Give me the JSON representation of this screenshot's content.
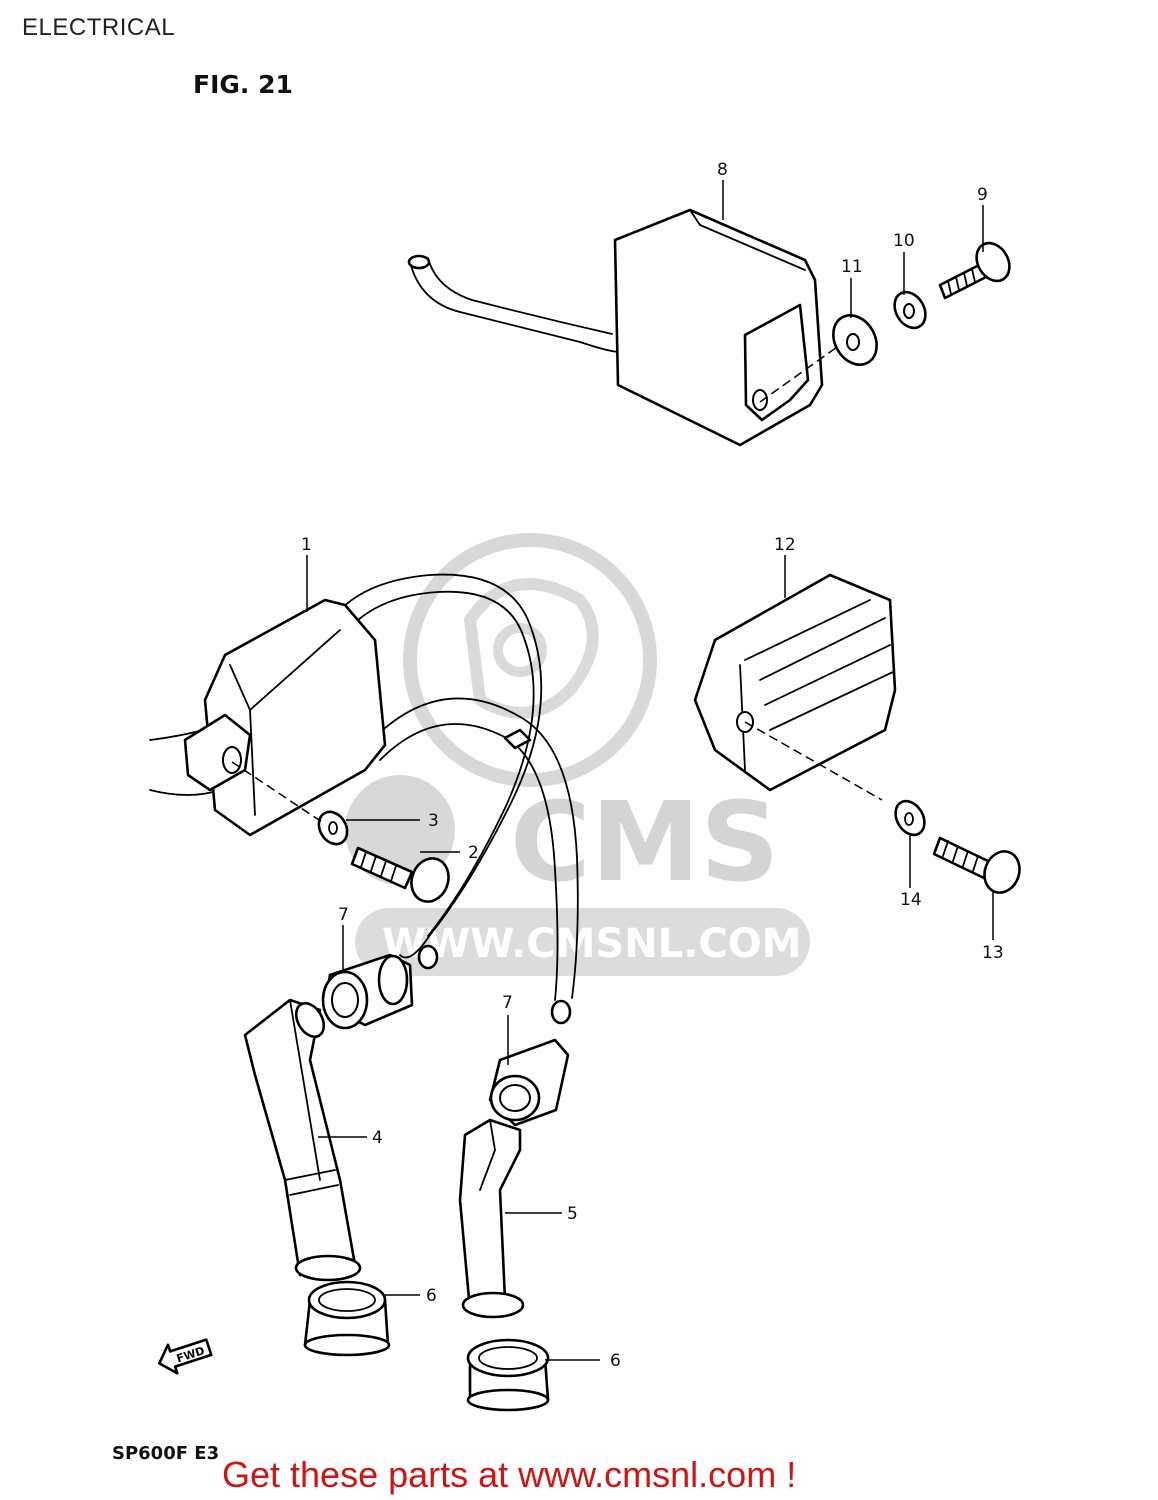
{
  "header": {
    "section": "ELECTRICAL",
    "figure": "FIG. 21"
  },
  "footer": {
    "model": "SP600F  E3",
    "cta": "Get these parts at www.cmsnl.com !"
  },
  "watermark": {
    "brand": "CMS",
    "url": "WWW.CMSNL.COM"
  },
  "fwd_label": "FWD",
  "callouts": {
    "c1": "1",
    "c2": "2",
    "c3": "3",
    "c4": "4",
    "c5": "5",
    "c6a": "6",
    "c6b": "6",
    "c7a": "7",
    "c7b": "7",
    "c8": "8",
    "c9": "9",
    "c10": "10",
    "c11": "11",
    "c12": "12",
    "c13": "13",
    "c14": "14"
  },
  "colors": {
    "cta": "#d01414",
    "watermark": "#cfcfcf",
    "line": "#000000"
  }
}
